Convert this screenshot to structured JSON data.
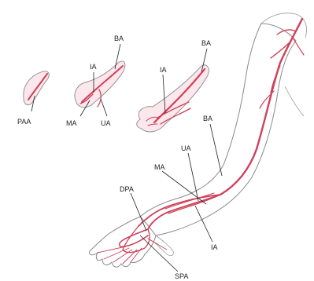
{
  "figure": {
    "labels": {
      "paa": "PAA",
      "ia": "IA",
      "ba": "BA",
      "ma": "MA",
      "ua": "UA",
      "dpa": "DPA",
      "spa": "SPA"
    }
  },
  "colors": {
    "artery": "#d0405a",
    "tissue": "#fbe7ec",
    "outline": "#8a8a8a"
  }
}
